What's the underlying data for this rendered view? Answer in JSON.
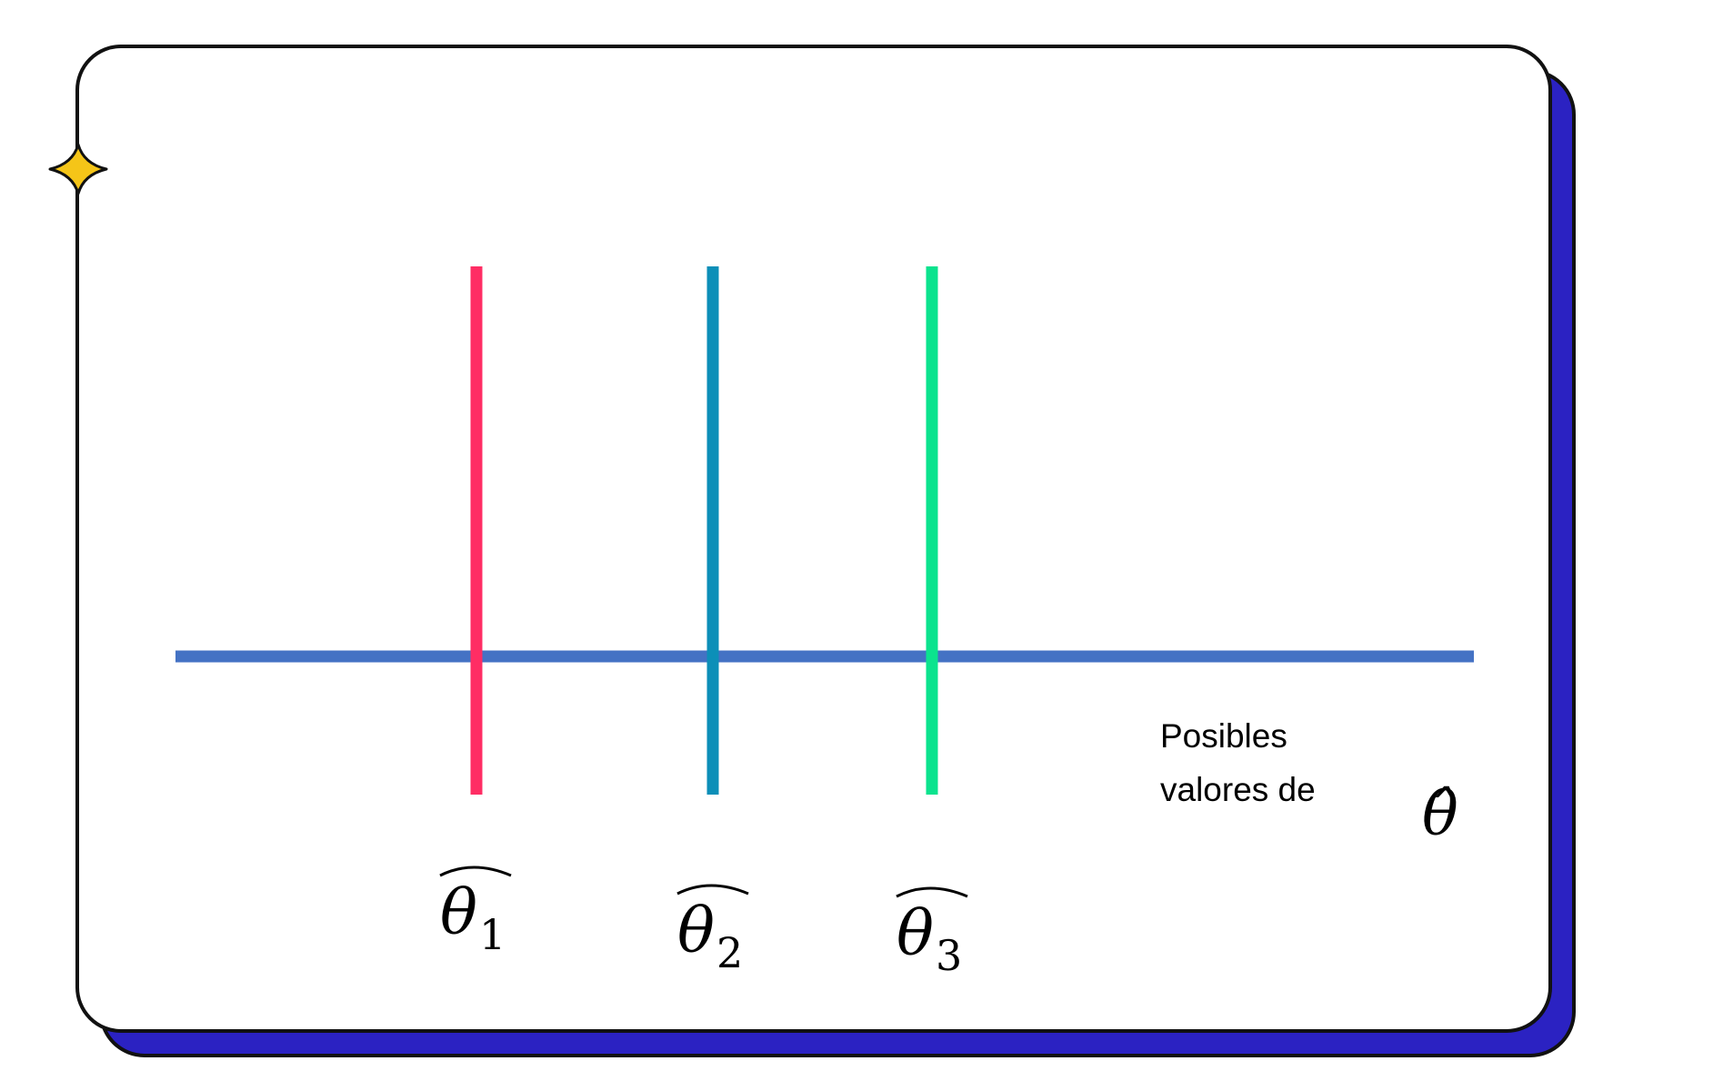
{
  "diagram": {
    "axis_caption_line1": "Posibles",
    "axis_caption_line2": "valores de",
    "axis_symbol": "θ̂",
    "axis_color": "#4472C4",
    "card_border_color": "#111111",
    "card_shadow_color": "#2B22C2",
    "star_color": "#F5C518",
    "estimators": [
      {
        "symbol": "θ",
        "subscript": "1",
        "color": "#FF2D64"
      },
      {
        "symbol": "θ",
        "subscript": "2",
        "color": "#0C8FB8"
      },
      {
        "symbol": "θ",
        "subscript": "3",
        "color": "#0BE38E"
      }
    ]
  }
}
